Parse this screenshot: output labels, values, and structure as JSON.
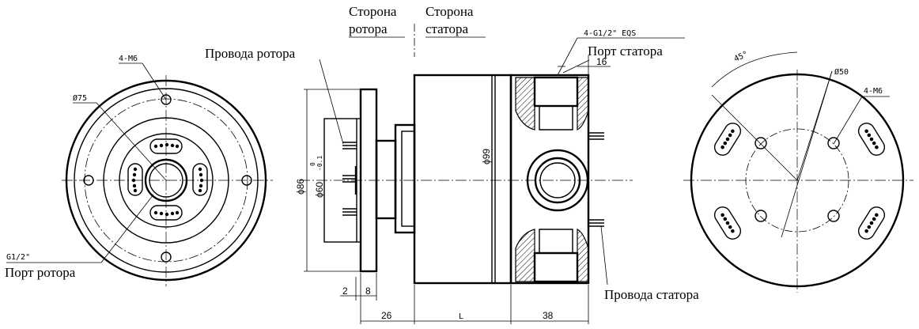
{
  "labels": {
    "side_rotor": [
      "Сторона",
      "ротора"
    ],
    "side_stator": [
      "Сторона",
      "статора"
    ],
    "rotor_wires": "Провода ротора",
    "stator_port": "Порт статора",
    "rotor_port": "Порт ротора",
    "stator_wires": "Провода статора"
  },
  "dims": {
    "left_holes": "4-M6",
    "left_dia": "Ø75",
    "left_thread": "G1/2\"",
    "stator_thread": "4-G1/2\" EQS",
    "d16": "16",
    "d86": "ϕ86",
    "d60": "ϕ60",
    "d60_tol_up": "0",
    "d60_tol_low": "-0.1",
    "d99": "ϕ99",
    "d2": "2",
    "d8": "8",
    "d26": "26",
    "dL": "L",
    "d38": "38",
    "angle": "45°",
    "right_dia": "Ø50",
    "right_holes": "4-M6"
  }
}
